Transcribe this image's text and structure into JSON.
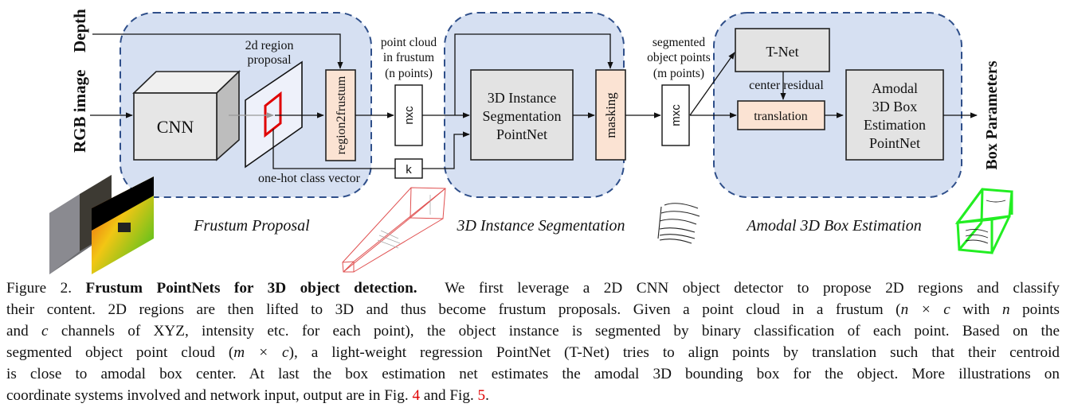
{
  "figure": {
    "inputs": {
      "depth_label": "Depth",
      "rgb_label": "RGB image"
    },
    "output_label": "Box Parameters",
    "stages": [
      {
        "name": "Frustum Proposal",
        "blocks": {
          "cnn": "CNN",
          "region_proposal_line1": "2d region",
          "region_proposal_line2": "proposal",
          "region2frustum": "region2frustum",
          "one_hot": "one-hot class vector"
        }
      },
      {
        "name": "3D Instance Segmentation",
        "blocks": {
          "pointnet_line1": "3D Instance",
          "pointnet_line2": "Segmentation",
          "pointnet_line3": "PointNet",
          "masking": "masking"
        }
      },
      {
        "name": "Amodal 3D Box Estimation",
        "blocks": {
          "tnet": "T-Net",
          "center_residual": "center residual",
          "translation": "translation",
          "box_line1": "Amodal",
          "box_line2": "3D Box",
          "box_line3": "Estimation",
          "box_line4": "PointNet"
        }
      }
    ],
    "tensors": {
      "nxc": "nxc",
      "k": "k",
      "mxc": "mxc",
      "point_cloud_line1": "point cloud",
      "point_cloud_line2": "in frustum",
      "point_cloud_line3": "(n points)",
      "segmented_line1": "segmented",
      "segmented_line2": "object points",
      "segmented_line3": "(m points)"
    },
    "colors": {
      "stage_fill": "#d6e0f2",
      "stage_border": "#2f4f8a",
      "block_gray": "#e3e3e3",
      "block_peach": "#fbe3d3",
      "region_box": "#e00000",
      "frustum": "#e05050",
      "box3d": "#22ee22"
    }
  },
  "caption": {
    "figure_label": "Figure 2.",
    "title": "Frustum PointNets for 3D object detection.",
    "lines": [
      "We first leverage a 2D CNN object detector to propose 2D regions and classify",
      "their content. 2D regions are then lifted to 3D and thus become frustum proposals. Given a point cloud in a frustum (",
      " with ",
      " points",
      "and ",
      " channels of XYZ, intensity etc. for each point), the object instance is segmented by binary classification of each point. Based on the",
      "segmented object point cloud (",
      "), a light-weight regression PointNet (T-Net) tries to align points by translation such that their centroid",
      "is close to amodal box center.  At last the box estimation net estimates the amodal 3D bounding box for the object.  More illustrations on",
      "coordinate systems involved and network input, output are in Fig. ",
      " and Fig. ",
      "."
    ],
    "math": {
      "n_times_c": "n × c",
      "n": "n",
      "c": "c",
      "m_times_c": "m × c"
    },
    "refs": [
      "4",
      "5"
    ]
  }
}
